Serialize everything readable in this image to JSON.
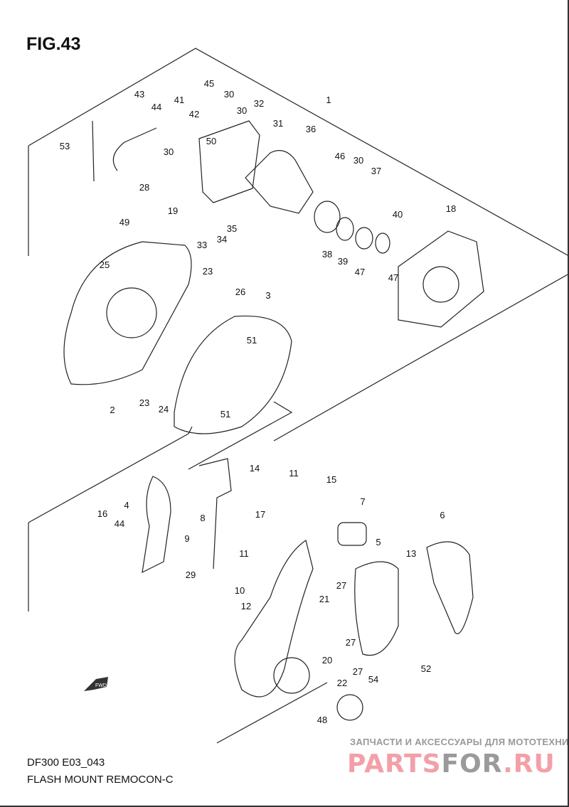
{
  "figure_label": "FIG.43",
  "model_code": "DF300 E03_043",
  "caption": "FLASH MOUNT REMOCON-C",
  "watermark": {
    "subtitle": "ЗАПЧАСТИ И АКСЕССУАРЫ ДЛЯ МОТОТЕХНИКИ",
    "brand_a": "PARTS",
    "brand_b": "FOR",
    "brand_c": ".RU",
    "pink": "#f2a0a8",
    "gray": "#9a9a9a"
  },
  "fwd_label": "FWD",
  "callouts": [
    "43",
    "44",
    "41",
    "45",
    "30",
    "30",
    "32",
    "1",
    "42",
    "50",
    "31",
    "36",
    "53",
    "30",
    "46",
    "30",
    "37",
    "28",
    "19",
    "18",
    "40",
    "49",
    "35",
    "33",
    "34",
    "38",
    "39",
    "47",
    "47",
    "25",
    "23",
    "26",
    "3",
    "51",
    "51",
    "23",
    "24",
    "2",
    "14",
    "11",
    "15",
    "7",
    "6",
    "4",
    "8",
    "17",
    "16",
    "44",
    "9",
    "11",
    "5",
    "13",
    "29",
    "10",
    "12",
    "21",
    "27",
    "27",
    "20",
    "27",
    "52",
    "22",
    "54",
    "48"
  ]
}
